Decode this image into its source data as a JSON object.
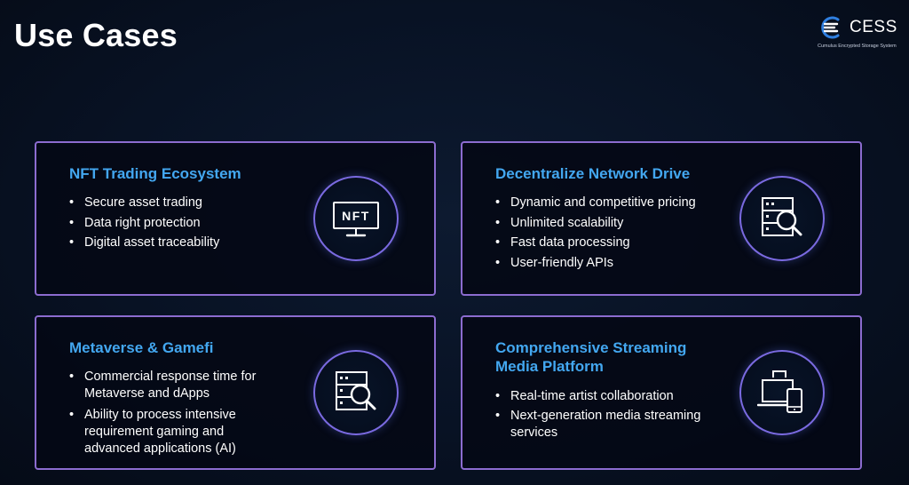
{
  "header": {
    "title": "Use Cases",
    "logo_name": "CESS",
    "logo_tagline": "Cumulus Encrypted Storage System"
  },
  "cards": [
    {
      "title": "NFT Trading Ecosystem",
      "items": [
        "Secure asset trading",
        "Data right protection",
        "Digital asset traceability"
      ],
      "icon": "nft-monitor-icon",
      "icon_text": "NFT"
    },
    {
      "title": "Decentralize Network Drive",
      "items": [
        "Dynamic and competitive pricing",
        "Unlimited scalability",
        "Fast data processing",
        "User-friendly APIs"
      ],
      "icon": "server-search-icon"
    },
    {
      "title": "Metaverse & Gamefi",
      "items": [
        "Commercial response time for Metaverse and dApps",
        "Ability to process intensive requirement gaming and advanced applications (AI)"
      ],
      "icon": "server-search-icon"
    },
    {
      "title": "Comprehensive Streaming Media Platform",
      "items": [
        "Real-time artist collaboration",
        "Next-generation media streaming services"
      ],
      "icon": "laptop-phone-icon"
    }
  ],
  "colors": {
    "background": "#081224",
    "card_border": "#8c6cd0",
    "title_accent": "#43a7f0",
    "icon_ring": "#7a6ae0"
  }
}
